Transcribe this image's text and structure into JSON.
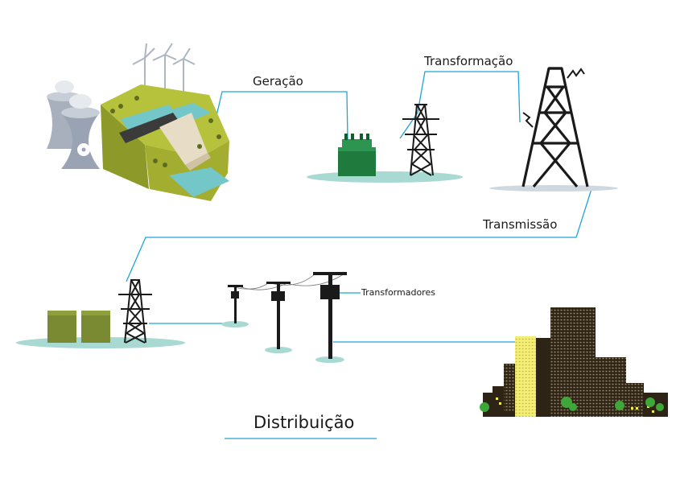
{
  "labels": {
    "geracao": "Geração",
    "transformacao": "Transformação",
    "transmissao": "Transmissão",
    "transformadores": "Transformadores",
    "distribuicao": "Distribuição"
  },
  "colors": {
    "connector": "#1fa3d9",
    "ground": "#a9d9d3",
    "transformer": "#1f7a3d",
    "terrain": "#a3ad2f",
    "substation": "#7a8a32",
    "structure": "#1a1a1a",
    "building_dark": "#2e2416",
    "building_yellow": "#f2ea5a",
    "cooling_tower": "#9aa3b3"
  }
}
